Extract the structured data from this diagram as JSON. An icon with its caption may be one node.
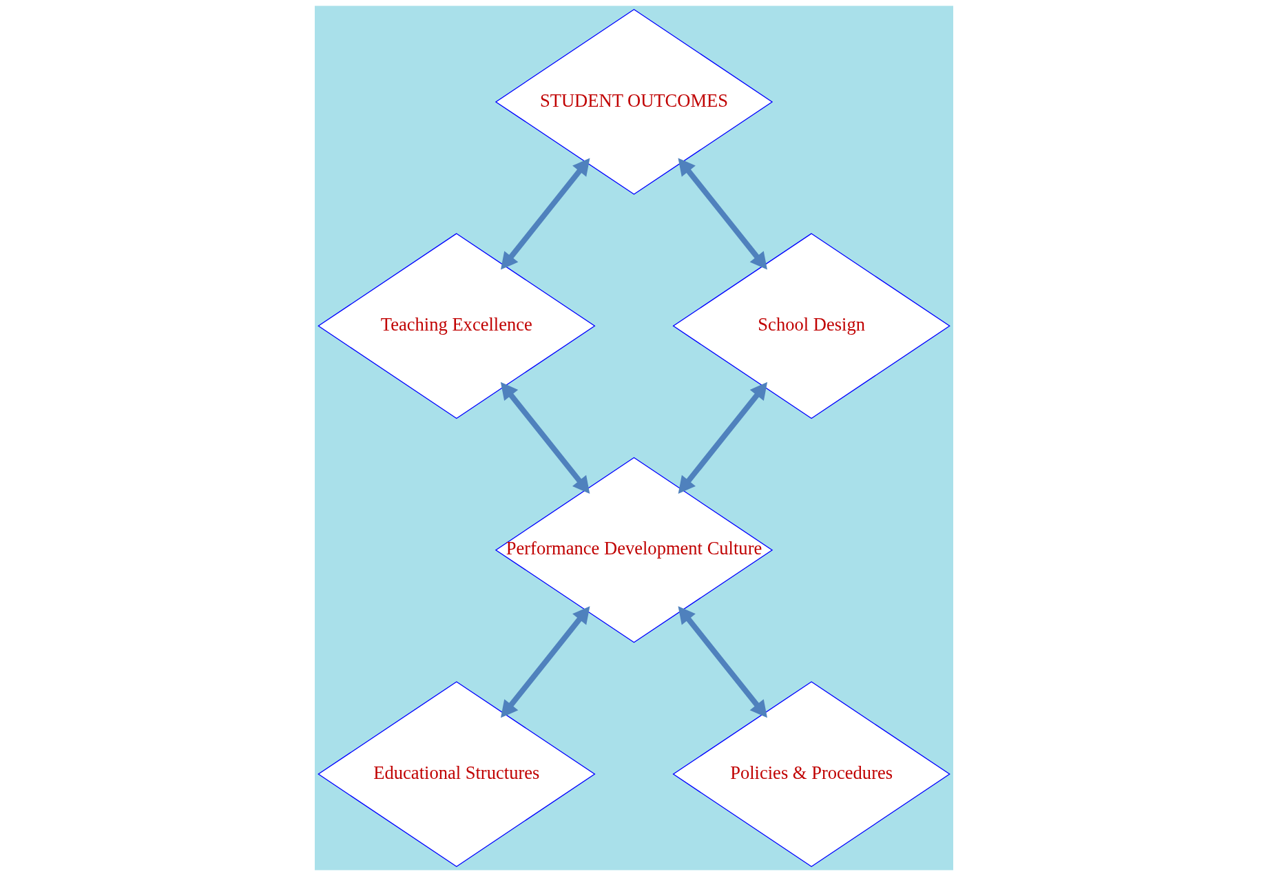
{
  "diagram": {
    "nodes": [
      {
        "text": [
          "STUDENT OUTCOMES"
        ]
      },
      {
        "text": [
          "Teaching Excellence"
        ]
      },
      {
        "text": [
          "School Design"
        ]
      },
      {
        "text": [
          "Performance Development Culture"
        ]
      },
      {
        "text": [
          "Educational Structures"
        ]
      },
      {
        "text": [
          "Policies & Procedures"
        ]
      }
    ],
    "edges": [
      {
        "from": 0,
        "to": 1,
        "arrow": "both"
      },
      {
        "from": 0,
        "to": 2,
        "arrow": "both"
      },
      {
        "from": 1,
        "to": 3,
        "arrow": "both"
      },
      {
        "from": 2,
        "to": 3,
        "arrow": "both"
      },
      {
        "from": 3,
        "to": 4,
        "arrow": "both"
      },
      {
        "from": 3,
        "to": 5,
        "arrow": "both"
      }
    ]
  }
}
